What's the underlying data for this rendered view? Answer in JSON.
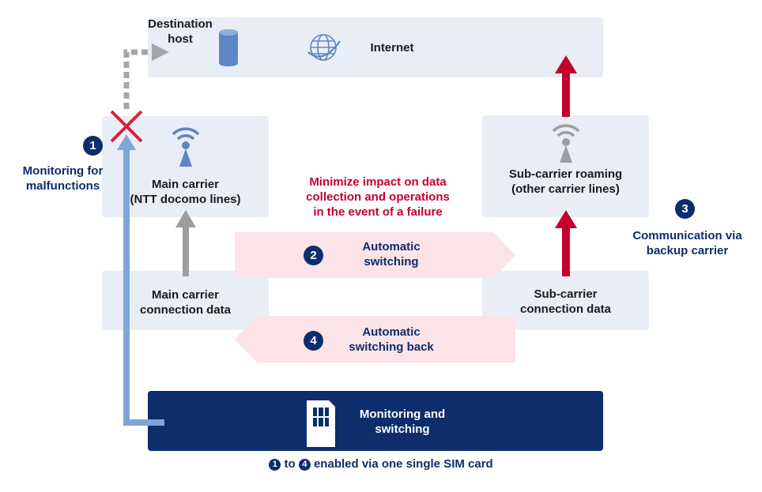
{
  "internet": {
    "destination_label": "Destination\nhost",
    "label": "Internet"
  },
  "main_carrier": {
    "label": "Main carrier\n(NTT docomo lines)"
  },
  "sub_carrier": {
    "label": "Sub-carrier roaming\n(other carrier lines)"
  },
  "main_data": {
    "label": "Main carrier\nconnection data"
  },
  "sub_data": {
    "label": "Sub-carrier\nconnection data"
  },
  "monitoring": {
    "label": "Monitoring and\nswitching"
  },
  "steps": [
    {
      "num": "1",
      "label": "Monitoring for\nmalfunctions"
    },
    {
      "num": "2",
      "label": "Automatic\nswitching"
    },
    {
      "num": "3",
      "label": "Communication via\nbackup carrier"
    },
    {
      "num": "4",
      "label": "Automatic\nswitching back"
    }
  ],
  "impact_note": "Minimize impact on data\ncollection and operations\nin the event of a failure",
  "footer": {
    "num_from": "1",
    "text_mid": "to",
    "num_to": "4",
    "text_end": "enabled via one single SIM card"
  },
  "colors": {
    "navy": "#0d2d6c",
    "red": "#c4002e",
    "light_box": "#e9eef6",
    "pink": "#fbe3e8",
    "arrow_blue": "#7ea6d8",
    "arrow_gray": "#9e9e9e"
  }
}
